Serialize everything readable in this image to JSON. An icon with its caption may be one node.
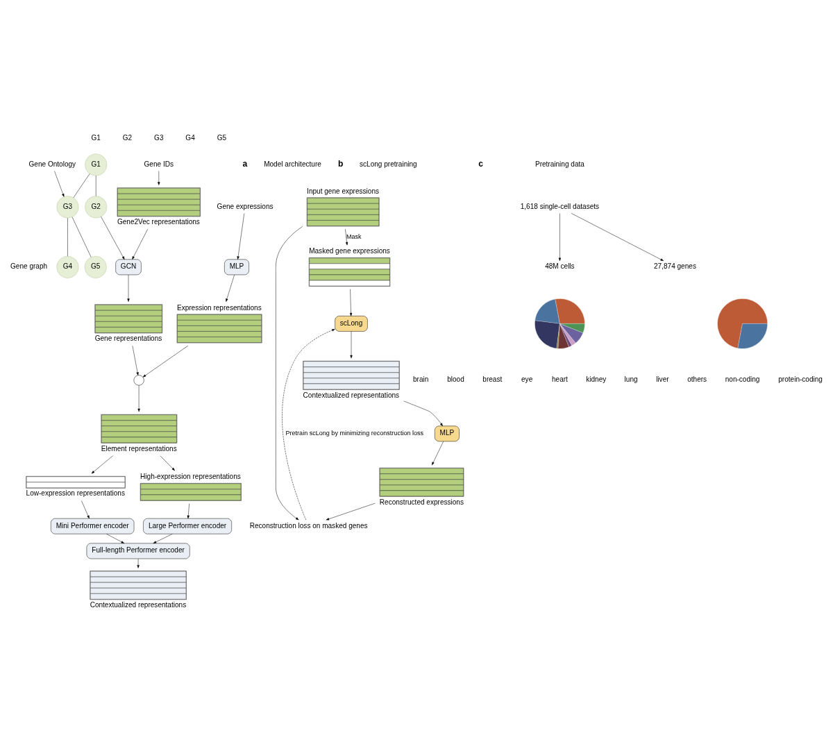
{
  "diagram": {
    "nodes": [
      {
        "text": [
          "Gene expressions"
        ]
      },
      {
        "text": [
          "MLP"
        ]
      },
      {
        "text": [
          "Expression representations"
        ]
      },
      {
        "text": [
          "Gene IDs"
        ]
      },
      {
        "text": [
          "Gene2Vec representations"
        ]
      },
      {
        "text": [
          "Gene Ontology"
        ]
      },
      {
        "text": [
          "G1"
        ]
      },
      {
        "text": [
          "G3"
        ]
      },
      {
        "text": [
          "G2"
        ]
      },
      {
        "text": [
          "G4"
        ]
      },
      {
        "text": [
          "G5"
        ]
      },
      {
        "text": [
          "GCN"
        ]
      },
      {
        "text": [
          "Gene representations"
        ]
      },
      {
        "text": [],
        "shape": "circle"
      },
      {
        "text": [
          "Element representations"
        ]
      },
      {
        "text": [
          "High-expression representations"
        ]
      },
      {
        "text": [
          "Low-expression representations"
        ]
      },
      {
        "text": [
          "Large Performer encoder"
        ]
      },
      {
        "text": [
          "Mini Performer encoder"
        ]
      },
      {
        "text": [
          "Full-length Performer encoder"
        ]
      },
      {
        "text": [
          "Contextualized representations"
        ]
      },
      {
        "text": [
          "Input gene expressions"
        ]
      },
      {
        "text": [
          "Masked gene expressions"
        ]
      },
      {
        "text": [
          "scLong"
        ]
      },
      {
        "text": [
          "Contextualized representations"
        ]
      },
      {
        "text": [
          "MLP"
        ]
      },
      {
        "text": [
          "Reconstructed expressions"
        ]
      },
      {
        "text": [
          "Reconstruction loss on masked genes"
        ]
      },
      {
        "text": [
          "1,618 single-cell datasets"
        ]
      },
      {
        "text": [
          "48M cells"
        ]
      },
      {
        "text": [
          "27,874 genes"
        ]
      },
      {
        "text": [],
        "shape": "circle"
      },
      {
        "text": [],
        "shape": "circle"
      }
    ],
    "edges": [
      {
        "from": 0,
        "to": 1,
        "arrow": "to"
      },
      {
        "from": 1,
        "to": 2,
        "arrow": "to"
      },
      {
        "from": 3,
        "to": 4,
        "arrow": "to"
      },
      {
        "from": 4,
        "to": 11,
        "arrow": "to"
      },
      {
        "from": 5,
        "to": 7,
        "arrow": "to"
      },
      {
        "from": 6,
        "to": 7,
        "arrow": "none"
      },
      {
        "from": 6,
        "to": 8,
        "arrow": "none"
      },
      {
        "from": 7,
        "to": 9,
        "arrow": "none"
      },
      {
        "from": 7,
        "to": 10,
        "arrow": "none"
      },
      {
        "from": 8,
        "to": 11,
        "arrow": "to"
      },
      {
        "from": 11,
        "to": 12,
        "arrow": "to"
      },
      {
        "from": 2,
        "to": 13,
        "arrow": "to"
      },
      {
        "from": 12,
        "to": 13,
        "arrow": "to"
      },
      {
        "from": 13,
        "to": 14,
        "arrow": "to"
      },
      {
        "from": 14,
        "to": 15,
        "arrow": "to"
      },
      {
        "from": 14,
        "to": 16,
        "arrow": "to"
      },
      {
        "from": 15,
        "to": 17,
        "arrow": "to"
      },
      {
        "from": 16,
        "to": 18,
        "arrow": "to"
      },
      {
        "from": 17,
        "to": 19,
        "arrow": "to"
      },
      {
        "from": 18,
        "to": 19,
        "arrow": "to"
      },
      {
        "from": 19,
        "to": 20,
        "arrow": "to"
      },
      {
        "from": 21,
        "to": 22,
        "arrow": "to",
        "label": "Mask"
      },
      {
        "from": 22,
        "to": 23,
        "arrow": "to"
      },
      {
        "from": 23,
        "to": 24,
        "arrow": "to"
      },
      {
        "from": 24,
        "to": 25,
        "arrow": "to"
      },
      {
        "from": 25,
        "to": 26,
        "arrow": "to"
      },
      {
        "from": 21,
        "to": 27,
        "arrow": "to"
      },
      {
        "from": 26,
        "to": 27,
        "arrow": "to"
      },
      {
        "from": 27,
        "to": 23,
        "arrow": "to",
        "style": "dashed",
        "label": "Pretrain scLong by minimizing reconstruction loss"
      },
      {
        "from": 28,
        "to": 29,
        "arrow": "to"
      },
      {
        "from": 28,
        "to": 30,
        "arrow": "to"
      }
    ],
    "labels": [
      "a",
      "Model architecture",
      "G1",
      "G2",
      "G3",
      "G4",
      "G5",
      "Gene graph",
      "b",
      "scLong pretraining",
      "c",
      "Pretraining data",
      "brain",
      "blood",
      "breast",
      "eye",
      "heart",
      "kidney",
      "lung",
      "liver",
      "others",
      "non-coding",
      "protein-coding"
    ]
  }
}
